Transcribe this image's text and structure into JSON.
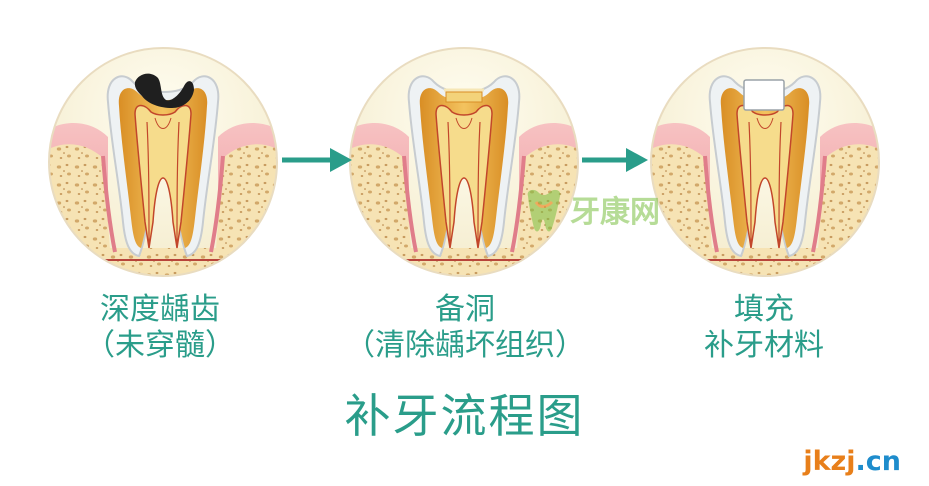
{
  "steps": [
    {
      "line1": "深度龋齿",
      "line2": "（未穿髓）"
    },
    {
      "line1": "备洞",
      "line2": "（清除龋坏组织）"
    },
    {
      "line1": "填充",
      "line2": "补牙材料"
    }
  ],
  "title": "补牙流程图",
  "watermark": {
    "text": "牙康网"
  },
  "site": {
    "part1": "jkzj",
    "part2": ".cn"
  },
  "colors": {
    "accent": "#2a9d8a",
    "gum": "#f2a7ac",
    "bone": "#f6e3b4",
    "dentin": "#e9b24a",
    "pulp": "#f3d37a",
    "decay": "#222222",
    "filling": "#ffffff",
    "logo_orange": "#e87f1a",
    "logo_blue": "#1e8ccc",
    "watermark_green": "#7cc043"
  }
}
